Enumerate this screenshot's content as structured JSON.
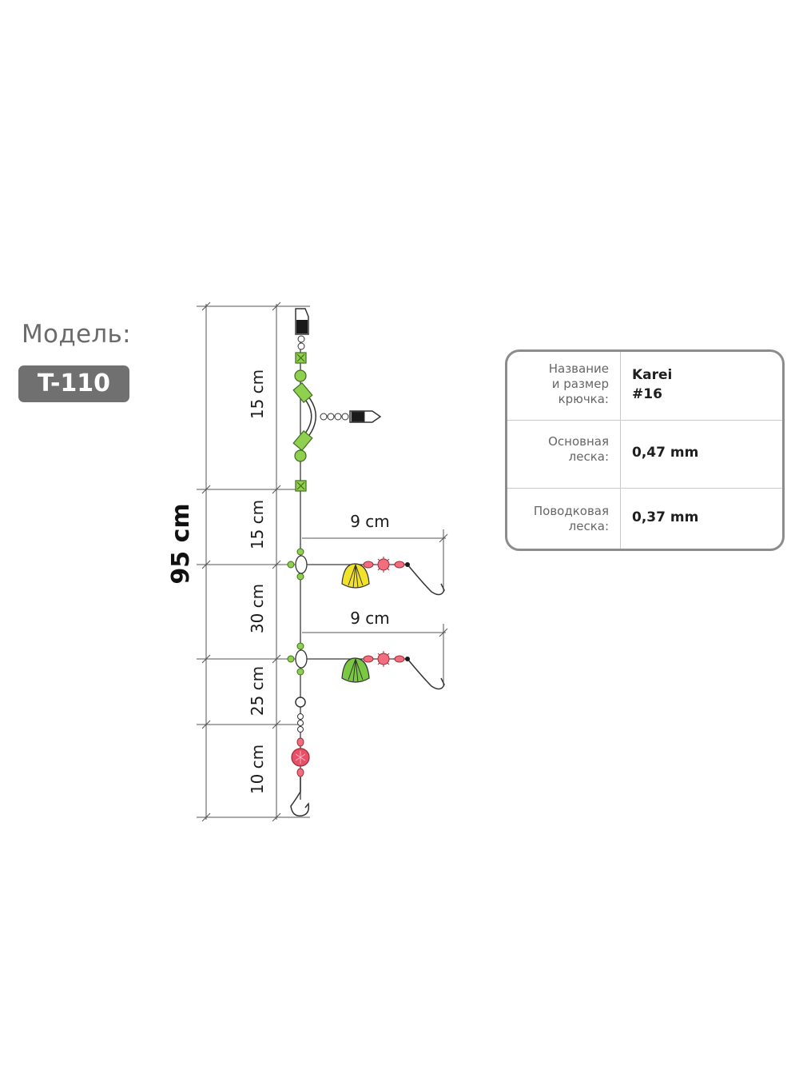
{
  "model": {
    "label": "Модель:",
    "code": "T-110"
  },
  "rig": {
    "total_length": "95 cm",
    "segments": [
      "15 cm",
      "15 cm",
      "30 cm",
      "25 cm",
      "10 cm"
    ],
    "branch_lengths": [
      "9 cm",
      "9 cm"
    ],
    "colors": {
      "line": "#3a3a3a",
      "bead_green": "#8fd14f",
      "bead_pink": "#f26d7d",
      "bead_red": "#e8506a",
      "shell_yellow": "#f2e22a",
      "shell_green": "#7ac943",
      "swivel_black": "#1a1a1a"
    }
  },
  "specs": {
    "rows": [
      {
        "label": "Название\nи размер\nкрючка:",
        "value": "Karei\n#16"
      },
      {
        "label": "Основная\nлеска:",
        "value": "0,47 mm"
      },
      {
        "label": "Поводковая\nлеска:",
        "value": "0,37 mm"
      }
    ]
  }
}
